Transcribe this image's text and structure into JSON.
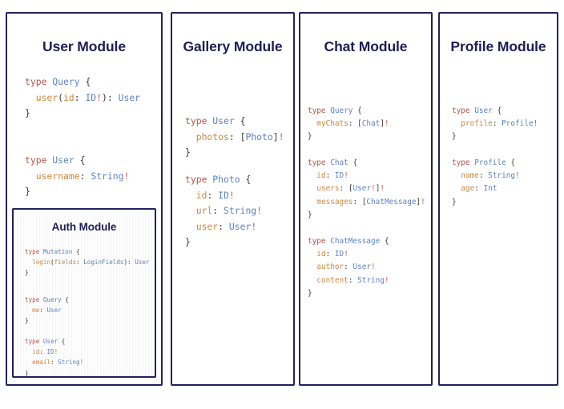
{
  "page": {
    "background": "#ffffff",
    "border_color": "#22225e",
    "title_color": "#1e1e55",
    "colors": {
      "keyword": "#b8544c",
      "type_name": "#5b83c4",
      "field_name": "#d0873a",
      "punctuation": "#3b3b3b",
      "bang": "#cf5a4e"
    }
  },
  "panels": [
    {
      "id": "user-module",
      "title": "User Module",
      "code_blocks": [
        {
          "lines": [
            [
              {
                "t": "type ",
                "c": "kw"
              },
              {
                "t": "Query",
                "c": "type"
              },
              {
                "t": " {",
                "c": "punc"
              }
            ],
            [
              {
                "t": "  ",
                "c": "punc"
              },
              {
                "t": "user",
                "c": "field"
              },
              {
                "t": "(",
                "c": "punc"
              },
              {
                "t": "id",
                "c": "field"
              },
              {
                "t": ": ",
                "c": "punc"
              },
              {
                "t": "ID",
                "c": "type"
              },
              {
                "t": "!",
                "c": "bang"
              },
              {
                "t": "): ",
                "c": "punc"
              },
              {
                "t": "User",
                "c": "type"
              }
            ],
            [
              {
                "t": "}",
                "c": "punc"
              }
            ]
          ]
        },
        {
          "lines": [
            [
              {
                "t": "type ",
                "c": "kw"
              },
              {
                "t": "User",
                "c": "type"
              },
              {
                "t": " {",
                "c": "punc"
              }
            ],
            [
              {
                "t": "  ",
                "c": "punc"
              },
              {
                "t": "username",
                "c": "field"
              },
              {
                "t": ": ",
                "c": "punc"
              },
              {
                "t": "String",
                "c": "type"
              },
              {
                "t": "!",
                "c": "bang"
              }
            ],
            [
              {
                "t": "}",
                "c": "punc"
              }
            ]
          ]
        }
      ],
      "nested_panel": {
        "id": "auth-module",
        "title": "Auth Module",
        "code_blocks": [
          {
            "lines": [
              [
                {
                  "t": "type ",
                  "c": "kw"
                },
                {
                  "t": "Mutation",
                  "c": "type"
                },
                {
                  "t": " {",
                  "c": "punc"
                }
              ],
              [
                {
                  "t": "  ",
                  "c": "punc"
                },
                {
                  "t": "login",
                  "c": "field"
                },
                {
                  "t": "(",
                  "c": "punc"
                },
                {
                  "t": "fields",
                  "c": "field"
                },
                {
                  "t": ": ",
                  "c": "punc"
                },
                {
                  "t": "LoginFields",
                  "c": "type"
                },
                {
                  "t": "): ",
                  "c": "punc"
                },
                {
                  "t": "User",
                  "c": "type"
                }
              ],
              [
                {
                  "t": "}",
                  "c": "punc"
                }
              ]
            ]
          },
          {
            "lines": [
              [
                {
                  "t": "type ",
                  "c": "kw"
                },
                {
                  "t": "Query",
                  "c": "type"
                },
                {
                  "t": " {",
                  "c": "punc"
                }
              ],
              [
                {
                  "t": "  ",
                  "c": "punc"
                },
                {
                  "t": "me",
                  "c": "field"
                },
                {
                  "t": ": ",
                  "c": "punc"
                },
                {
                  "t": "User",
                  "c": "type"
                }
              ],
              [
                {
                  "t": "}",
                  "c": "punc"
                }
              ]
            ]
          },
          {
            "lines": [
              [
                {
                  "t": "type ",
                  "c": "kw"
                },
                {
                  "t": "User",
                  "c": "type"
                },
                {
                  "t": " {",
                  "c": "punc"
                }
              ],
              [
                {
                  "t": "  ",
                  "c": "punc"
                },
                {
                  "t": "id",
                  "c": "field"
                },
                {
                  "t": ": ",
                  "c": "punc"
                },
                {
                  "t": "ID",
                  "c": "type"
                },
                {
                  "t": "!",
                  "c": "bang"
                }
              ],
              [
                {
                  "t": "  ",
                  "c": "punc"
                },
                {
                  "t": "email",
                  "c": "field"
                },
                {
                  "t": ": ",
                  "c": "punc"
                },
                {
                  "t": "String",
                  "c": "type"
                },
                {
                  "t": "!",
                  "c": "bang"
                }
              ],
              [
                {
                  "t": "}",
                  "c": "punc"
                }
              ]
            ]
          }
        ]
      }
    },
    {
      "id": "gallery-module",
      "title": "Gallery Module",
      "code_blocks": [
        {
          "lines": [
            [
              {
                "t": "type ",
                "c": "kw"
              },
              {
                "t": "User",
                "c": "type"
              },
              {
                "t": " {",
                "c": "punc"
              }
            ],
            [
              {
                "t": "  ",
                "c": "punc"
              },
              {
                "t": "photos",
                "c": "field"
              },
              {
                "t": ": [",
                "c": "punc"
              },
              {
                "t": "Photo",
                "c": "type"
              },
              {
                "t": "]",
                "c": "punc"
              },
              {
                "t": "!",
                "c": "bang"
              }
            ],
            [
              {
                "t": "}",
                "c": "punc"
              }
            ]
          ]
        },
        {
          "lines": [
            [
              {
                "t": "type ",
                "c": "kw"
              },
              {
                "t": "Photo",
                "c": "type"
              },
              {
                "t": " {",
                "c": "punc"
              }
            ],
            [
              {
                "t": "  ",
                "c": "punc"
              },
              {
                "t": "id",
                "c": "field"
              },
              {
                "t": ": ",
                "c": "punc"
              },
              {
                "t": "ID",
                "c": "type"
              },
              {
                "t": "!",
                "c": "bang"
              }
            ],
            [
              {
                "t": "  ",
                "c": "punc"
              },
              {
                "t": "url",
                "c": "field"
              },
              {
                "t": ": ",
                "c": "punc"
              },
              {
                "t": "String",
                "c": "type"
              },
              {
                "t": "!",
                "c": "bang"
              }
            ],
            [
              {
                "t": "  ",
                "c": "punc"
              },
              {
                "t": "user",
                "c": "field"
              },
              {
                "t": ": ",
                "c": "punc"
              },
              {
                "t": "User",
                "c": "type"
              },
              {
                "t": "!",
                "c": "bang"
              }
            ],
            [
              {
                "t": "}",
                "c": "punc"
              }
            ]
          ]
        }
      ]
    },
    {
      "id": "chat-module",
      "title": "Chat Module",
      "code_blocks": [
        {
          "lines": [
            [
              {
                "t": "type ",
                "c": "kw"
              },
              {
                "t": "Query",
                "c": "type"
              },
              {
                "t": " {",
                "c": "punc"
              }
            ],
            [
              {
                "t": "  ",
                "c": "punc"
              },
              {
                "t": "myChats",
                "c": "field"
              },
              {
                "t": ": [",
                "c": "punc"
              },
              {
                "t": "Chat",
                "c": "type"
              },
              {
                "t": "]",
                "c": "punc"
              },
              {
                "t": "!",
                "c": "bang"
              }
            ],
            [
              {
                "t": "}",
                "c": "punc"
              }
            ]
          ]
        },
        {
          "lines": [
            [
              {
                "t": "type ",
                "c": "kw"
              },
              {
                "t": "Chat",
                "c": "type"
              },
              {
                "t": " {",
                "c": "punc"
              }
            ],
            [
              {
                "t": "  ",
                "c": "punc"
              },
              {
                "t": "id",
                "c": "field"
              },
              {
                "t": ": ",
                "c": "punc"
              },
              {
                "t": "ID",
                "c": "type"
              },
              {
                "t": "!",
                "c": "bang"
              }
            ],
            [
              {
                "t": "  ",
                "c": "punc"
              },
              {
                "t": "users",
                "c": "field"
              },
              {
                "t": ": [",
                "c": "punc"
              },
              {
                "t": "User",
                "c": "type"
              },
              {
                "t": "!",
                "c": "bang"
              },
              {
                "t": "]",
                "c": "punc"
              },
              {
                "t": "!",
                "c": "bang"
              }
            ],
            [
              {
                "t": "  ",
                "c": "punc"
              },
              {
                "t": "messages",
                "c": "field"
              },
              {
                "t": ": [",
                "c": "punc"
              },
              {
                "t": "ChatMessage",
                "c": "type"
              },
              {
                "t": "]",
                "c": "punc"
              },
              {
                "t": "!",
                "c": "bang"
              }
            ],
            [
              {
                "t": "}",
                "c": "punc"
              }
            ]
          ]
        },
        {
          "lines": [
            [
              {
                "t": "type ",
                "c": "kw"
              },
              {
                "t": "ChatMessage",
                "c": "type"
              },
              {
                "t": " {",
                "c": "punc"
              }
            ],
            [
              {
                "t": "  ",
                "c": "punc"
              },
              {
                "t": "id",
                "c": "field"
              },
              {
                "t": ": ",
                "c": "punc"
              },
              {
                "t": "ID",
                "c": "type"
              },
              {
                "t": "!",
                "c": "bang"
              }
            ],
            [
              {
                "t": "  ",
                "c": "punc"
              },
              {
                "t": "author",
                "c": "field"
              },
              {
                "t": ": ",
                "c": "punc"
              },
              {
                "t": "User",
                "c": "type"
              },
              {
                "t": "!",
                "c": "bang"
              }
            ],
            [
              {
                "t": "  ",
                "c": "punc"
              },
              {
                "t": "content",
                "c": "field"
              },
              {
                "t": ": ",
                "c": "punc"
              },
              {
                "t": "String",
                "c": "type"
              },
              {
                "t": "!",
                "c": "bang"
              }
            ],
            [
              {
                "t": "}",
                "c": "punc"
              }
            ]
          ]
        }
      ]
    },
    {
      "id": "profile-module",
      "title": "Profile Module",
      "code_blocks": [
        {
          "lines": [
            [
              {
                "t": "type ",
                "c": "kw"
              },
              {
                "t": "User",
                "c": "type"
              },
              {
                "t": " {",
                "c": "punc"
              }
            ],
            [
              {
                "t": "  ",
                "c": "punc"
              },
              {
                "t": "profile",
                "c": "field"
              },
              {
                "t": ": ",
                "c": "punc"
              },
              {
                "t": "Profile",
                "c": "type"
              },
              {
                "t": "!",
                "c": "bang"
              }
            ],
            [
              {
                "t": "}",
                "c": "punc"
              }
            ]
          ]
        },
        {
          "lines": [
            [
              {
                "t": "type ",
                "c": "kw"
              },
              {
                "t": "Profile",
                "c": "type"
              },
              {
                "t": " {",
                "c": "punc"
              }
            ],
            [
              {
                "t": "  ",
                "c": "punc"
              },
              {
                "t": "name",
                "c": "field"
              },
              {
                "t": ": ",
                "c": "punc"
              },
              {
                "t": "String",
                "c": "type"
              },
              {
                "t": "!",
                "c": "bang"
              }
            ],
            [
              {
                "t": "  ",
                "c": "punc"
              },
              {
                "t": "age",
                "c": "field"
              },
              {
                "t": ": ",
                "c": "punc"
              },
              {
                "t": "Int",
                "c": "type"
              }
            ],
            [
              {
                "t": "}",
                "c": "punc"
              }
            ]
          ]
        }
      ]
    }
  ]
}
